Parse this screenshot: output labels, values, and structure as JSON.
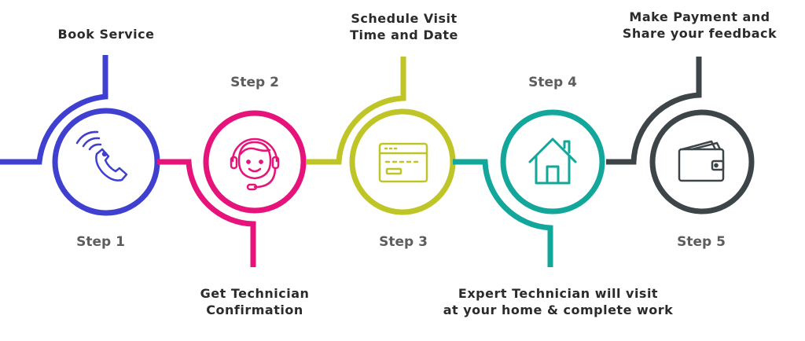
{
  "steps": [
    {
      "label": "Step 1",
      "desc": [
        "Book Service"
      ],
      "color": "#3f3fd0",
      "icon": "phone-call-icon"
    },
    {
      "label": "Step 2",
      "desc": [
        "Get Technician",
        "Confirmation"
      ],
      "color": "#e5137a",
      "icon": "support-agent-icon"
    },
    {
      "label": "Step 3",
      "desc": [
        "Schedule Visit",
        "Time and Date"
      ],
      "color": "#bfc526",
      "icon": "browser-window-icon"
    },
    {
      "label": "Step 4",
      "desc": [
        "Expert Technician will visit",
        "at your home & complete work"
      ],
      "color": "#13a79b",
      "icon": "home-icon"
    },
    {
      "label": "Step 5",
      "desc": [
        "Make Payment and",
        "Share your feedback"
      ],
      "color": "#3d4549",
      "icon": "wallet-icon"
    }
  ]
}
